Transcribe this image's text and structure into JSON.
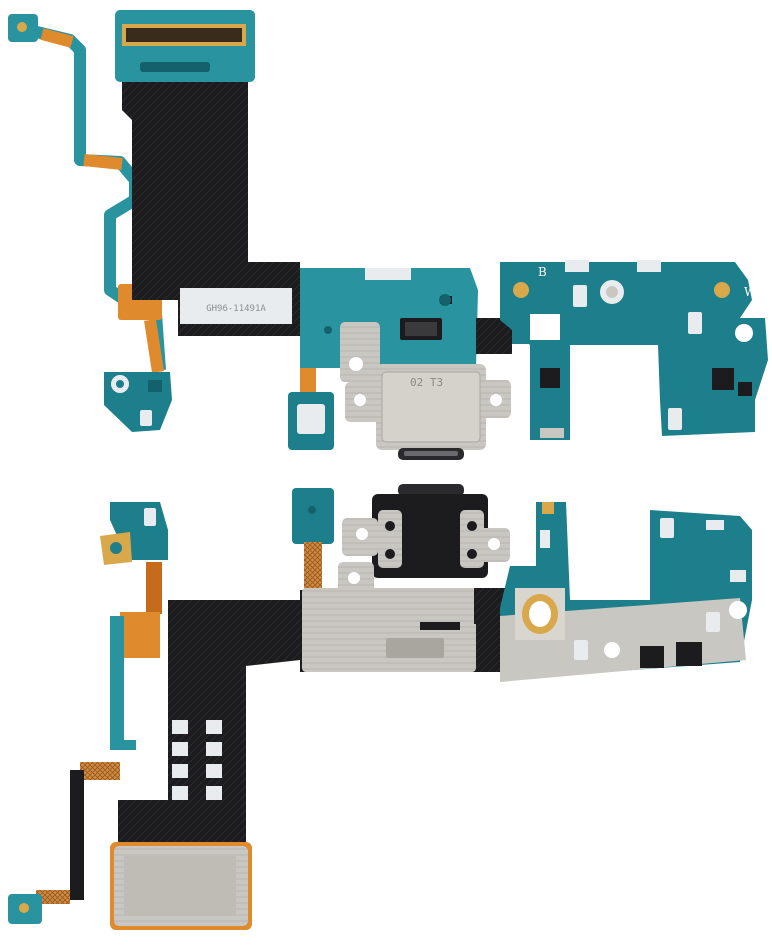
{
  "product": {
    "top_view": {
      "sticker_text": "GH96-11491A",
      "marking_b": "B",
      "marking_w": "W",
      "connector_text": "02 T3"
    },
    "bottom_view": {}
  },
  "colors": {
    "pcb_teal": "#1e7f8c",
    "pcb_teal_light": "#2a93a0",
    "pcb_teal_dark": "#15616b",
    "flex_black": "#1c1c1e",
    "flex_copper": "#e08a2e",
    "flex_copper_dark": "#c46c1c",
    "steel": "#c9c7c2",
    "steel_dark": "#a9a6a0",
    "gold": "#d9a84a",
    "label_white": "#e9ecef"
  },
  "icons": [
    "antenna-contact-icon",
    "screw-hole-icon",
    "usb-c-port-icon",
    "microphone-icon"
  ]
}
